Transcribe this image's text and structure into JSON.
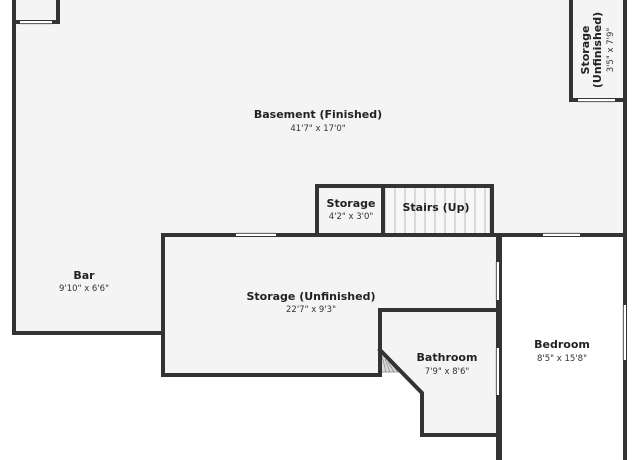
{
  "rooms": {
    "basement": {
      "name": "Basement (Finished)",
      "dims": "41'7\" x 17'0\""
    },
    "storage_top": {
      "name_line1": "Storage",
      "name_line2": "(Unfinished)",
      "dims": "3'5\" x 7'9\""
    },
    "storage_small": {
      "name": "Storage",
      "dims": "4'2\" x 3'0\""
    },
    "stairs": {
      "name": "Stairs (Up)"
    },
    "bar": {
      "name": "Bar",
      "dims": "9'10\" x 6'6\""
    },
    "storage_unfinished": {
      "name": "Storage (Unfinished)",
      "dims": "22'7\" x 9'3\""
    },
    "bathroom": {
      "name": "Bathroom",
      "dims": "7'9\" x 8'6\""
    },
    "bedroom": {
      "name": "Bedroom",
      "dims": "8'5\" x 15'8\""
    }
  },
  "colors": {
    "wall": "#333333",
    "floor": "#f4f4f4",
    "background": "#ffffff",
    "opening": "#ffffff"
  }
}
